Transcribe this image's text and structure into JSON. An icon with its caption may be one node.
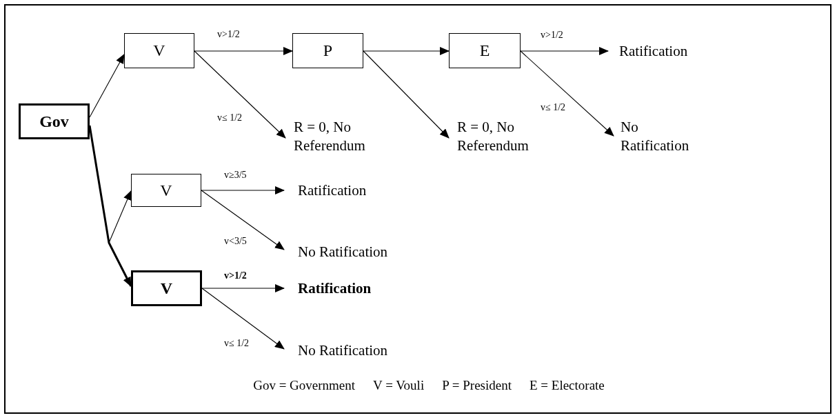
{
  "diagram": {
    "nodes": [
      {
        "text": [
          "Gov"
        ]
      },
      {
        "text": [
          "V"
        ]
      },
      {
        "text": [
          "P"
        ]
      },
      {
        "text": [
          "E"
        ]
      },
      {
        "text": [
          "Ratification"
        ]
      },
      {
        "text": [
          "R = 0, No Referendum"
        ]
      },
      {
        "text": [
          "R = 0, No Referendum"
        ]
      },
      {
        "text": [
          "No Ratification"
        ]
      },
      {
        "text": [
          "V"
        ]
      },
      {
        "text": [
          "Ratification"
        ]
      },
      {
        "text": [
          "No Ratification"
        ]
      },
      {
        "text": [
          "V"
        ]
      },
      {
        "text": [
          "Ratification"
        ]
      },
      {
        "text": [
          "No Ratification"
        ]
      }
    ],
    "edges": [
      {
        "from": 0,
        "to": 1,
        "arrow": "to"
      },
      {
        "from": 1,
        "to": 2,
        "arrow": "to",
        "label": "v>1/2"
      },
      {
        "from": 1,
        "to": 5,
        "arrow": "to",
        "label": "v≤ 1/2"
      },
      {
        "from": 2,
        "to": 3,
        "arrow": "to"
      },
      {
        "from": 2,
        "to": 6,
        "arrow": "to"
      },
      {
        "from": 3,
        "to": 4,
        "arrow": "to",
        "label": "v>1/2"
      },
      {
        "from": 3,
        "to": 7,
        "arrow": "to",
        "label": "v≤ 1/2"
      },
      {
        "from": 0,
        "to": 8,
        "arrow": "to"
      },
      {
        "from": 0,
        "to": 11,
        "arrow": "to",
        "style": "thick"
      },
      {
        "from": 8,
        "to": 9,
        "arrow": "to",
        "label": "v≥3/5"
      },
      {
        "from": 8,
        "to": 10,
        "arrow": "to",
        "label": "v<3/5"
      },
      {
        "from": 11,
        "to": 12,
        "arrow": "to",
        "label": "v>1/2"
      },
      {
        "from": 11,
        "to": 13,
        "arrow": "to",
        "label": "v≤ 1/2"
      }
    ],
    "labels": [
      "Gov = Government",
      "V = Vouli",
      "P = President",
      "E = Electorate"
    ]
  }
}
